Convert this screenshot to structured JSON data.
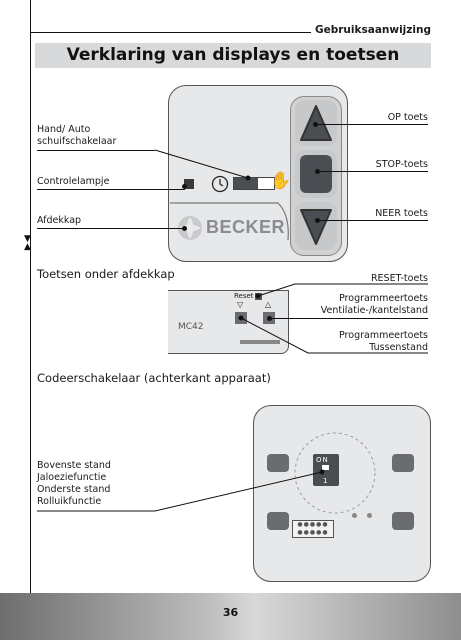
{
  "header": {
    "section_title": "Gebruiksaanwijzing"
  },
  "page": {
    "title": "Verklaring van displays en toetsen",
    "number": "36"
  },
  "front_panel": {
    "brand": "BECKER",
    "labels_left": {
      "hand_auto": "Hand/ Auto\nschuifschakelaar",
      "control_lamp": "Controlelampje",
      "cover": "Afdekkap"
    },
    "labels_right": {
      "up": "OP toets",
      "stop": "STOP-toets",
      "down": "NEER toets"
    }
  },
  "under_cover": {
    "heading": "Toetsen onder afdekkap",
    "reset_key_text": "Reset",
    "model": "MC42",
    "labels": {
      "reset": "RESET-toets",
      "prog_ventilation": "Programmeertoets\nVentilatie-/kantelstand",
      "prog_intermediate": "Programmeertoets\nTussenstand"
    }
  },
  "code_switch": {
    "heading": "Codeerschakelaar (achterkant apparaat)",
    "switch_on": "ON",
    "switch_num": "1",
    "labels": "Bovenste stand\nJaloeziefunctie\nOnderste stand\nRolluikfunctie"
  },
  "colors": {
    "panel_bg": "#e7e8e9",
    "button_dark": "#4a4d52",
    "title_bar": "#d8d9da",
    "footer_dark": "#8a8a8a"
  }
}
